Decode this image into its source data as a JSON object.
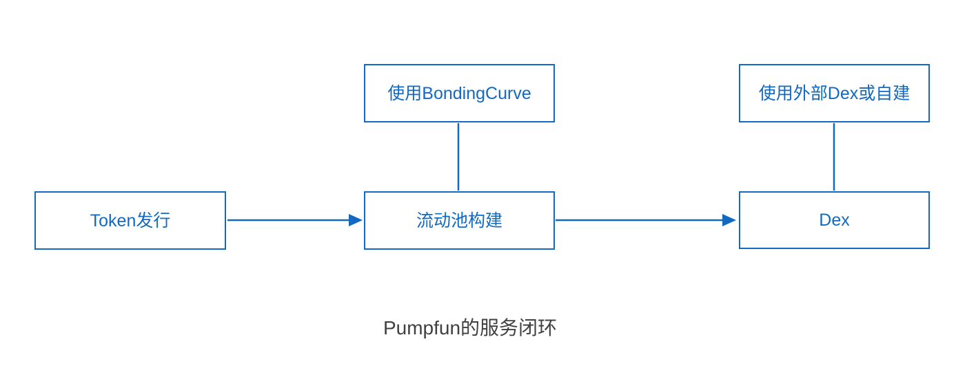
{
  "diagram": {
    "caption": "Pumpfun的服务闭环",
    "nodes": [
      {
        "id": "token-issuance",
        "label": "Token发行"
      },
      {
        "id": "liquidity-pool",
        "label": "流动池构建"
      },
      {
        "id": "dex",
        "label": "Dex"
      },
      {
        "id": "bonding-curve-note",
        "label": "使用BondingCurve"
      },
      {
        "id": "external-dex-note",
        "label": "使用外部Dex或自建"
      }
    ],
    "edges": [
      {
        "from": "token-issuance",
        "to": "liquidity-pool",
        "type": "arrow"
      },
      {
        "from": "liquidity-pool",
        "to": "dex",
        "type": "arrow"
      },
      {
        "from": "bonding-curve-note",
        "to": "liquidity-pool",
        "type": "line"
      },
      {
        "from": "external-dex-note",
        "to": "dex",
        "type": "line"
      }
    ]
  },
  "colors": {
    "accent": "#1269C1",
    "caption_text": "#404040",
    "node_fill": "#FFFFFF"
  }
}
